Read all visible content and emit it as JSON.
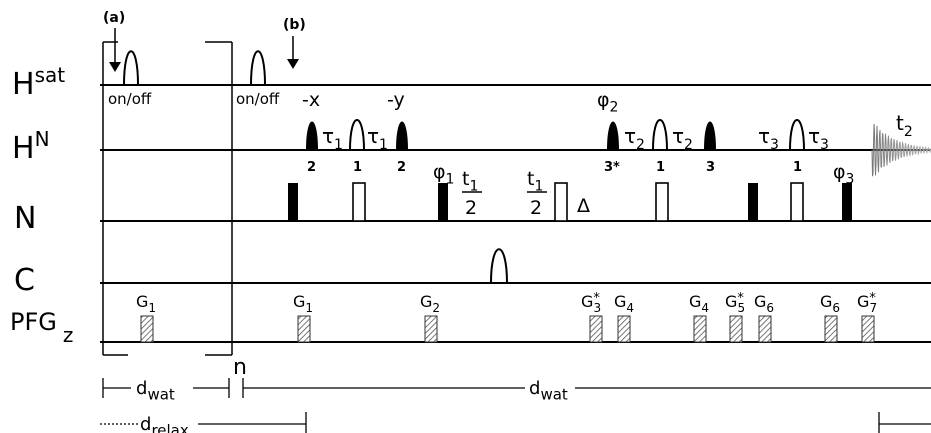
{
  "markers": {
    "a": "(a)",
    "b": "(b)"
  },
  "channels": {
    "hsat": {
      "base": "H",
      "sup": "sat"
    },
    "hn": {
      "base": "H",
      "sup": "N"
    },
    "n": "N",
    "c": "C",
    "pfg": {
      "base": "PFG",
      "sub": "z"
    }
  },
  "onoff": [
    "on/off",
    "on/off"
  ],
  "phases": {
    "minus_x": "-x",
    "minus_y": "-y",
    "phi1": "φ1",
    "phi2": "φ2",
    "phi3": "φ3"
  },
  "pulse_numbers": [
    "2",
    "1",
    "2",
    "3*",
    "1",
    "3",
    "1"
  ],
  "delays": {
    "tau1": "τ1",
    "tau2": "τ2",
    "tau3": "τ3",
    "t1_num": "t1",
    "t1_den": "2",
    "delta": "Δ",
    "t2": "t2"
  },
  "gradients": [
    "G1",
    "G1",
    "G2",
    "G3*",
    "G4",
    "G4",
    "G5*",
    "G6",
    "G6",
    "G7*"
  ],
  "loop_n": "n",
  "timing": {
    "d_wat_1": "dwat",
    "d_wat_2": "dwat",
    "d_relax": "drelax"
  }
}
